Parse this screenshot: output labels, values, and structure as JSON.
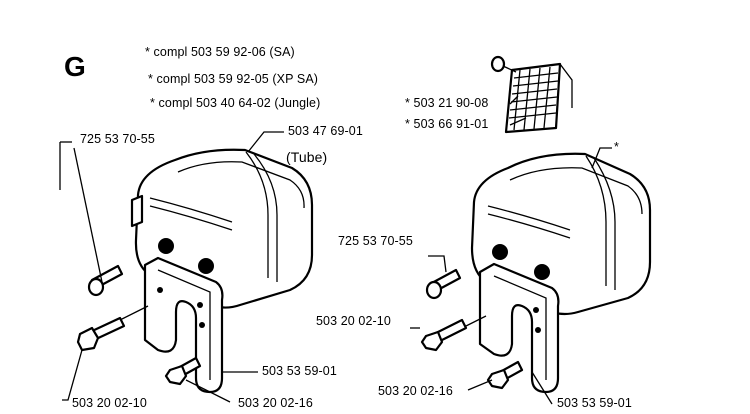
{
  "section": "G",
  "compl": [
    "*  compl 503 59 92-06 (SA)",
    "*  compl 503 59 92-05 (XP SA)",
    "*  compl 503 40 64-02 (Jungle)"
  ],
  "left": {
    "screw": "725 53 70-55",
    "muffler": "503 47 69-01",
    "tube": "(Tube)",
    "bracket": "503 53 59-01",
    "bolt_a": "503 20 02-10",
    "bolt_b": "503 20 02-16"
  },
  "right": {
    "screen_a": "*  503 21 90-08",
    "screen_b": "*  503 66 91-01",
    "star": "*",
    "screw": "725 53 70-55",
    "bolt_a": "503 20 02-10",
    "bolt_b": "503 20 02-16",
    "bracket": "503 53 59-01"
  }
}
